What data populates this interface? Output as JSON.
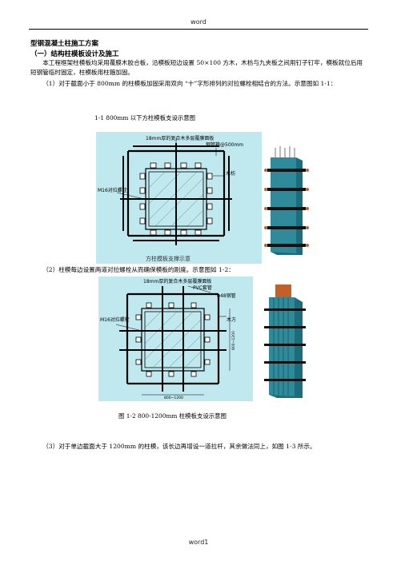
{
  "header": {
    "text": "word"
  },
  "footer": {
    "text": "word1"
  },
  "title": "型钢混凝土柱施工方案",
  "section": "（一）结构柱模板设计及施工",
  "paragraphs": {
    "p1": "本工程框架柱模板均采用覆膜木胶合板，沿模板短边设置 50×100 方木，木枋与九夹板之间用钉子钉牢，模板就位后用短钢管临时固定，柱模板用柱箍加固。",
    "p2": "（1）对于截面小于 800mm 的柱模板加固采用双向 “十”字形排列的对拉螺栓相结合的方法。示意图如 1-1：",
    "p3": "（2）柱模每边设置两道对拉螺栓从而确保模板的刚度。示意图如 1-2：",
    "p4": "（3）对于单边截面大于 1200mm 的柱模，该长边再增设一道拉杆，其余做法同上，如图 1-3 所示。"
  },
  "figure1": {
    "title": "1-1 800mm 以下方柱模板支设示意图",
    "label_plywood": "18mm厚的复合木多层覆膜面板",
    "label_pipe": "钢管箍@500mm",
    "label_timber": "木枋",
    "label_bolt": "M16对拉螺栓",
    "caption": "方柱模板支撑示意"
  },
  "figure2": {
    "label_plywood": "18mm厚的复合木多层覆膜面板",
    "label_pvc": "PVC套管",
    "label_pipe": "φ48钢管",
    "label_bolt": "M16对拉螺栓",
    "label_timber": "木方",
    "label_dim_side": "800~1200",
    "label_dim_bottom": "800~1200",
    "caption": "图 1-2 800-1200mm 柱模板支设示意图"
  },
  "colors": {
    "figure_bg": "#bfe8ef",
    "formwork": "#1b6d7c",
    "steel": "#000000",
    "rebar_head": "#c0602a"
  }
}
